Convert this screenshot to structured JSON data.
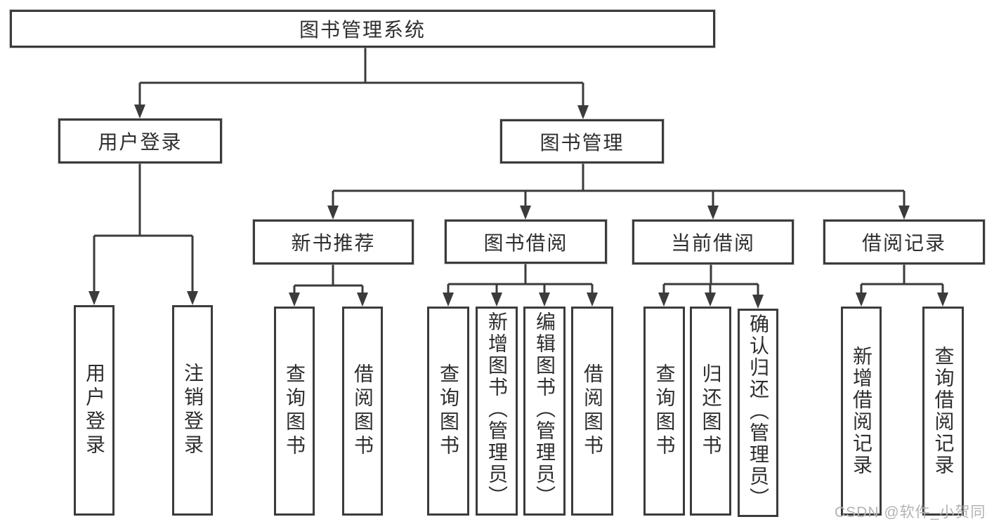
{
  "title": "图书管理系统",
  "watermark": "CSDN @软件_小贺同学",
  "colors": {
    "line": "#3b3b3b",
    "box_border": "#3b3b3b",
    "text": "#2e2e2e",
    "watermark": "#b3b3b3",
    "background": "#ffffff"
  },
  "nodes": {
    "root": "图书管理系统",
    "user_login": "用户登录",
    "book_mgmt": "图书管理",
    "new_book": "新书推荐",
    "book_borrow": "图书借阅",
    "current_borrow": "当前借阅",
    "borrow_record": "借阅记录",
    "leaf_user_login": "用户登录",
    "leaf_logout": "注销登录",
    "leaf_nb_query": "查询图书",
    "leaf_nb_borrow": "借阅图书",
    "leaf_bb_query": "查询图书",
    "leaf_bb_add": "新增图书（管理员）",
    "leaf_bb_edit": "编辑图书（管理员）",
    "leaf_bb_borrow": "借阅图书",
    "leaf_cb_query": "查询图书",
    "leaf_cb_return": "归还图书",
    "leaf_cb_confirm": "确认归还（管理员）",
    "leaf_br_add": "新增借阅记录",
    "leaf_br_query": "查询借阅记录"
  }
}
